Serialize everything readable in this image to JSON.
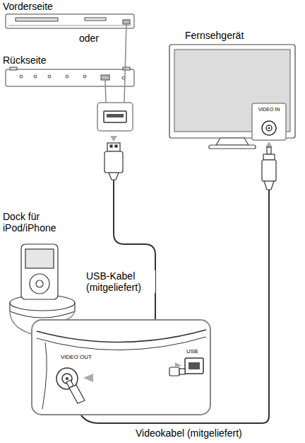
{
  "diagram": {
    "labels": [
      "Vorderseite",
      "Fernsehgerät",
      "oder",
      "Rückseite",
      "VIDEO IN",
      "Dock für iPod/iPhone",
      "USB-Kabel (mitgeliefert)",
      "VIDEO OUT",
      "USB",
      "Videokabel (mitgeliefert)"
    ]
  }
}
